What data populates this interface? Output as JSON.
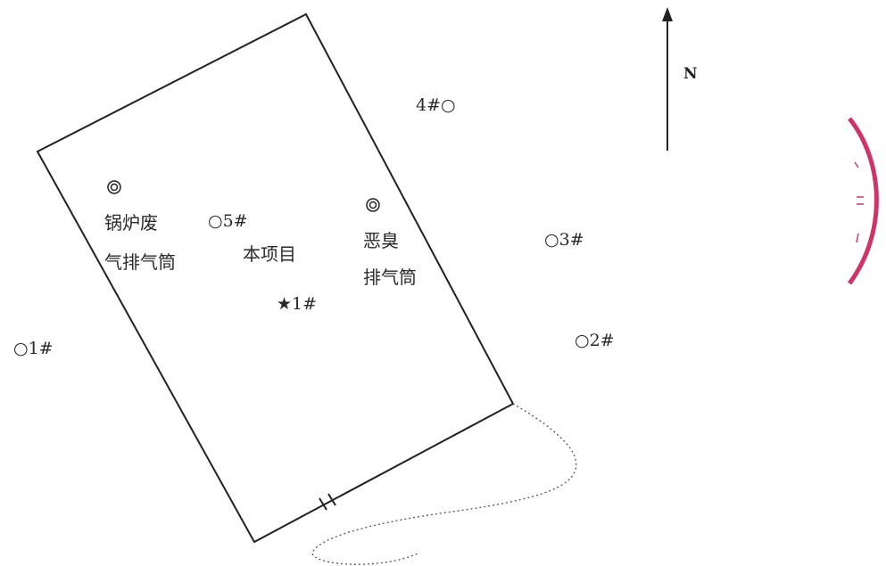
{
  "north": {
    "label": "N"
  },
  "project": {
    "label": "本项目"
  },
  "stacks": {
    "boiler": {
      "line1": "锅炉废",
      "line2": "气排气筒"
    },
    "odor": {
      "line1": "恶臭",
      "line2": "排气筒"
    }
  },
  "points": {
    "p1_star": {
      "label": "★1#"
    },
    "p1_circle": {
      "label": "○1#"
    },
    "p2": {
      "label": "○2#"
    },
    "p3": {
      "label": "○3#"
    },
    "p4": {
      "label": "4#○"
    },
    "p5": {
      "label": "○5#"
    }
  },
  "colors": {
    "line": "#222222",
    "dotted": "#555555",
    "arc": "#d0336a"
  }
}
